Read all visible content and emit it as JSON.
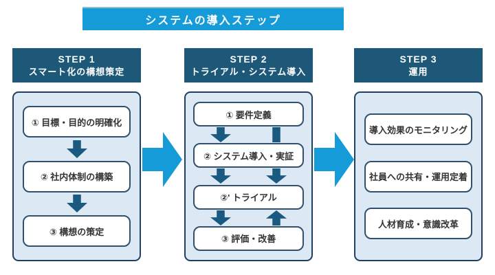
{
  "title": "システムの導入ステップ",
  "colors": {
    "banner": "#149bd8",
    "banner_edge": "#8fbdd2",
    "header": "#1d5878",
    "panel_bg": "#dce9f5",
    "panel_border": "#1c3f63",
    "box_border": "#31506e",
    "arrow_dark": "#1a5a80",
    "arrow_light": "#149bd8",
    "text_dark": "#333333"
  },
  "columns": [
    {
      "step": "STEP 1",
      "subtitle": "スマート化の構想策定",
      "boxes": [
        "① 目標・目的の明確化",
        "② 社内体制の構築",
        "③ 構想の策定"
      ]
    },
    {
      "step": "STEP 2",
      "subtitle": "トライアル・システム導入",
      "boxes": [
        "① 要件定義",
        "② システム導入・実証",
        "②' トライアル",
        "③ 評価・改善"
      ]
    },
    {
      "step": "STEP 3",
      "subtitle": "運用",
      "boxes": [
        "導入効果のモニタリング",
        "社員への共有・運用定着",
        "人材育成・意識改革"
      ]
    }
  ]
}
